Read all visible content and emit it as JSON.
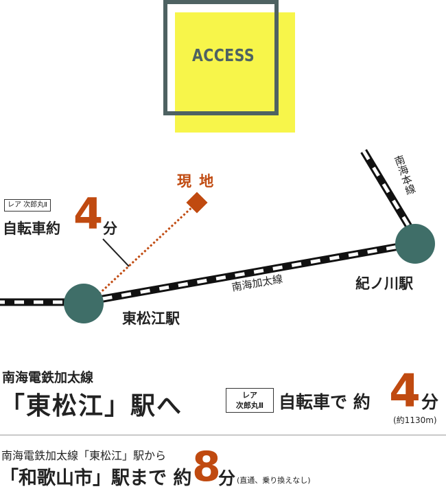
{
  "header": {
    "title": "ACCESS"
  },
  "map": {
    "site_label": "現 地",
    "bike_badge": "レア 次郎丸Ⅱ",
    "bike_prefix": "自転車約",
    "bike_minutes": "4",
    "bike_suffix": "分",
    "station_higashimatsue": "東松江駅",
    "station_kinokawa": "紀ノ川駅",
    "line_kada": "南海加太線",
    "line_main": "南海本線",
    "colors": {
      "station": "#3f6e68",
      "site": "#c04a10",
      "rail": "#111111"
    }
  },
  "info1": {
    "line": "南海電鉄加太線",
    "station": "「東松江」駅へ",
    "badge_line1": "レア",
    "badge_line2": "次郎丸Ⅱ",
    "bike_prefix": "自転車で 約",
    "minutes": "4",
    "suffix": "分",
    "distance": "(約1130m)"
  },
  "info2": {
    "line1": "南海電鉄加太線「東松江」駅から",
    "dest": "「和歌山市」駅まで 約",
    "minutes": "8",
    "suffix": "分",
    "note": "(直通、乗り換えなし)"
  }
}
